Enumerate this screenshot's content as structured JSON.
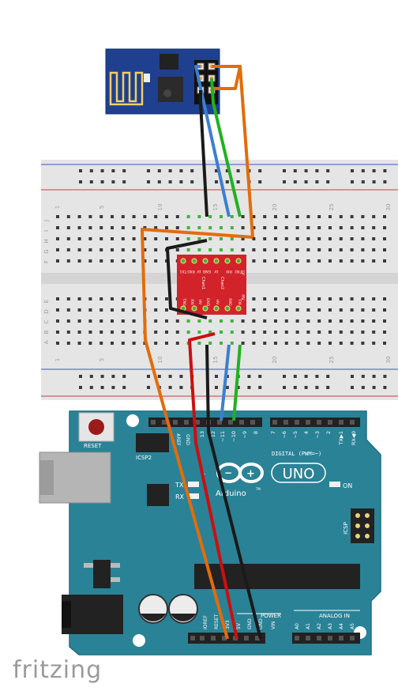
{
  "breadboard": {
    "row_letters_top": [
      "J",
      "I",
      "H",
      "G",
      "F"
    ],
    "row_letters_bottom": [
      "E",
      "D",
      "C",
      "B",
      "A"
    ],
    "col_numbers": [
      "1",
      "5",
      "10",
      "15",
      "20",
      "25",
      "30"
    ]
  },
  "level_shifter": {
    "top_labels": [
      "TX1",
      "RXO",
      "LV",
      "GND",
      "LV",
      "RXI",
      "TXO"
    ],
    "bottom_labels": [
      "TXO",
      "RXI",
      "HV",
      "GND",
      "HV",
      "RXO",
      "TXI"
    ],
    "chan_labels": [
      "Chan1",
      "Chan2"
    ],
    "side_labels": [
      "LV",
      "HV"
    ]
  },
  "arduino": {
    "reset_label": "RESET",
    "icsp2_label": "ICSP2",
    "icsp_label": "ICSP",
    "aref_label": "AREF",
    "gnd_label": "GND",
    "digital_label": "DIGITAL (PWM=~)",
    "digital_pins": [
      "13",
      "12",
      "~11",
      "~10",
      "~9",
      "8",
      "7",
      "~6",
      "~5",
      "4",
      "~3",
      "2",
      "TX▶1",
      "RX◀0"
    ],
    "tx_label": "TX",
    "rx_label": "RX",
    "on_label": "ON",
    "l_label": "L",
    "logo_text": "Arduino",
    "tm": "TM",
    "uno_label": "UNO",
    "power_label": "POWER",
    "power_pins": [
      "IOREF",
      "RESET",
      "3V3",
      "5V",
      "GND",
      "GND",
      "VIN"
    ],
    "analog_label": "ANALOG IN",
    "analog_pins": [
      "A0",
      "A1",
      "A2",
      "A3",
      "A4",
      "A5"
    ]
  },
  "watermark": "fritzing",
  "colors": {
    "orange": "#e36c0a",
    "green": "#1fb31f",
    "blue": "#3b7fd0",
    "black": "#1a1a1a",
    "red": "#cc0f0f",
    "board": "#2a8296",
    "esp": "#1f3f8f",
    "shifter": "#d2232a"
  }
}
